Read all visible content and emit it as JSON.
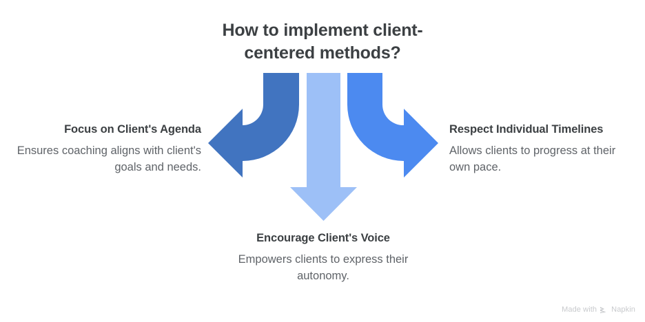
{
  "diagram": {
    "type": "three-way-split-arrow",
    "title": "How to implement client-centered methods?",
    "title_line1": "How to implement client-",
    "title_line2": "centered methods?",
    "background_color": "#ffffff",
    "heading_color": "#3c4043",
    "description_color": "#5f6368",
    "branches": [
      {
        "id": "left",
        "direction": "left",
        "heading": "Focus on Client's Agenda",
        "description": "Ensures coaching aligns with client's goals and needs.",
        "arrow_color": "#4174c0"
      },
      {
        "id": "bottom",
        "direction": "down",
        "heading": "Encourage Client's Voice",
        "description": "Empowers clients to express their autonomy.",
        "arrow_color": "#9dc0f7"
      },
      {
        "id": "right",
        "direction": "right",
        "heading": "Respect Individual Timelines",
        "description": "Allows clients to progress at their own pace.",
        "arrow_color": "#4c8af0"
      }
    ]
  },
  "watermark": {
    "text_prefix": "Made with",
    "brand": "Napkin",
    "logo_icon": "napkin-chevrons-icon",
    "color": "#c8cacd"
  }
}
